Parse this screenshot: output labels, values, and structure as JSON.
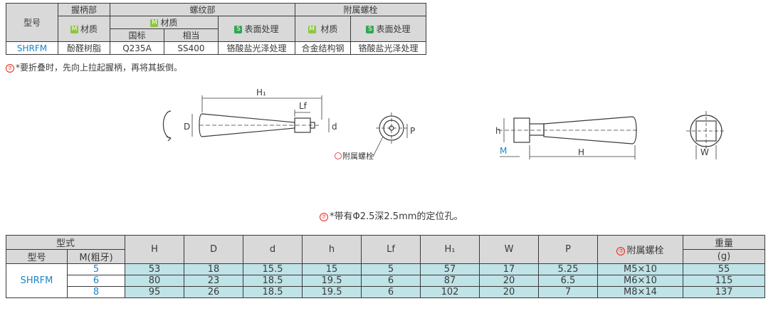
{
  "top_table": {
    "col_model": "型号",
    "grip_group": "握柄部",
    "thread_group": "螺纹部",
    "bolt_group": "附属螺栓",
    "m_badge": "M",
    "s_badge": "S",
    "material": "材质",
    "material_spaced": " 材质",
    "surface": "表面处理",
    "std_gb": "国标",
    "std_equiv": "相当",
    "row": {
      "model": "SHRFM",
      "grip_material": "酚醛树脂",
      "thread_gb": "Q235A",
      "thread_equiv": "SS400",
      "thread_surface": "铬酸盐光泽处理",
      "bolt_material": "合金结构钢",
      "bolt_surface": "铬酸盐光泽处理"
    }
  },
  "note_marker": "⑦",
  "note1": "*要折叠时，先向上拉起握柄，再将其扳倒。",
  "drawing_labels": {
    "H1": "H₁",
    "Lf": "Lf",
    "D": "D",
    "d": "d",
    "P": "P",
    "bolt": "附属螺栓",
    "h": "h",
    "M": "M",
    "H": "H",
    "W": "W"
  },
  "note2": "*带有Φ2.5深2.5mm的定位孔。",
  "spec_table": {
    "headers": {
      "type_group": "型式",
      "model": "型号",
      "m_coarse": "M(粗牙)",
      "H": "H",
      "D": "D",
      "d": "d",
      "h": "h",
      "Lf": "Lf",
      "H1": "H₁",
      "W": "W",
      "P": "P",
      "bolt": "附属螺栓",
      "weight": "重量",
      "weight_unit": "(g)"
    },
    "model": "SHRFM",
    "rows": [
      {
        "M": "5",
        "H": "53",
        "D": "18",
        "d": "15.5",
        "h": "15",
        "Lf": "5",
        "H1": "57",
        "W": "17",
        "P": "5.25",
        "bolt": "M5×10",
        "weight": "55"
      },
      {
        "M": "6",
        "H": "80",
        "D": "23",
        "d": "18.5",
        "h": "19.5",
        "Lf": "6",
        "H1": "87",
        "W": "20",
        "P": "6.5",
        "bolt": "M6×10",
        "weight": "115"
      },
      {
        "M": "8",
        "H": "95",
        "D": "26",
        "d": "18.5",
        "h": "19.5",
        "Lf": "6",
        "H1": "102",
        "W": "20",
        "P": "7",
        "bolt": "M8×14",
        "weight": "137"
      }
    ]
  },
  "colors": {
    "header_bg": "#d9d9d9",
    "value_bg": "#bfe3e7",
    "accent_blue": "#1a86c8",
    "badge_green": "#8cc63f",
    "note_red": "#e2291c"
  }
}
